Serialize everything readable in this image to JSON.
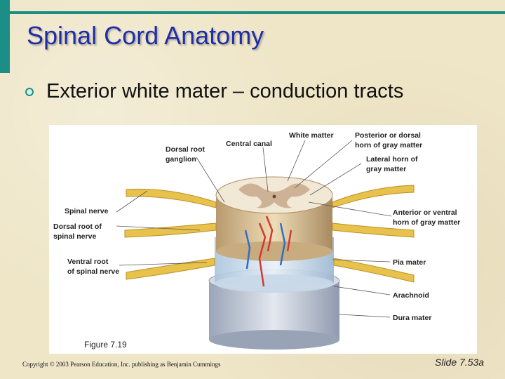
{
  "slide": {
    "title": "Spinal Cord Anatomy",
    "bullet": "Exterior white mater – conduction tracts",
    "figure_caption": "Figure 7.19",
    "copyright": "Copyright © 2003 Pearson Education, Inc. publishing as Benjamin Cummings",
    "slide_number": "Slide 7.53a"
  },
  "labels": {
    "white_matter": "White matter",
    "posterior_horn_1": "Posterior or dorsal",
    "posterior_horn_2": "horn of gray matter",
    "central_canal": "Central canal",
    "dorsal_ganglion_1": "Dorsal root",
    "dorsal_ganglion_2": "ganglion",
    "lateral_horn_1": "Lateral horn of",
    "lateral_horn_2": "gray matter",
    "spinal_nerve": "Spinal nerve",
    "dorsal_root_1": "Dorsal root of",
    "dorsal_root_2": "spinal nerve",
    "anterior_horn_1": "Anterior or ventral",
    "anterior_horn_2": "horn of gray matter",
    "ventral_root_1": "Ventral root",
    "ventral_root_2": "of spinal nerve",
    "pia_mater": "Pia mater",
    "arachnoid": "Arachnoid",
    "dura_mater": "Dura mater"
  },
  "colors": {
    "accent": "#1b8f86",
    "title": "#1f2ea8",
    "nerve": "#e8c24a",
    "gray_matter": "#c7a88a",
    "white_matter": "#f2e8d6",
    "vessel_red": "#d23a2e",
    "vessel_blue": "#2f6fc1",
    "dura": "#bfc7d6"
  }
}
